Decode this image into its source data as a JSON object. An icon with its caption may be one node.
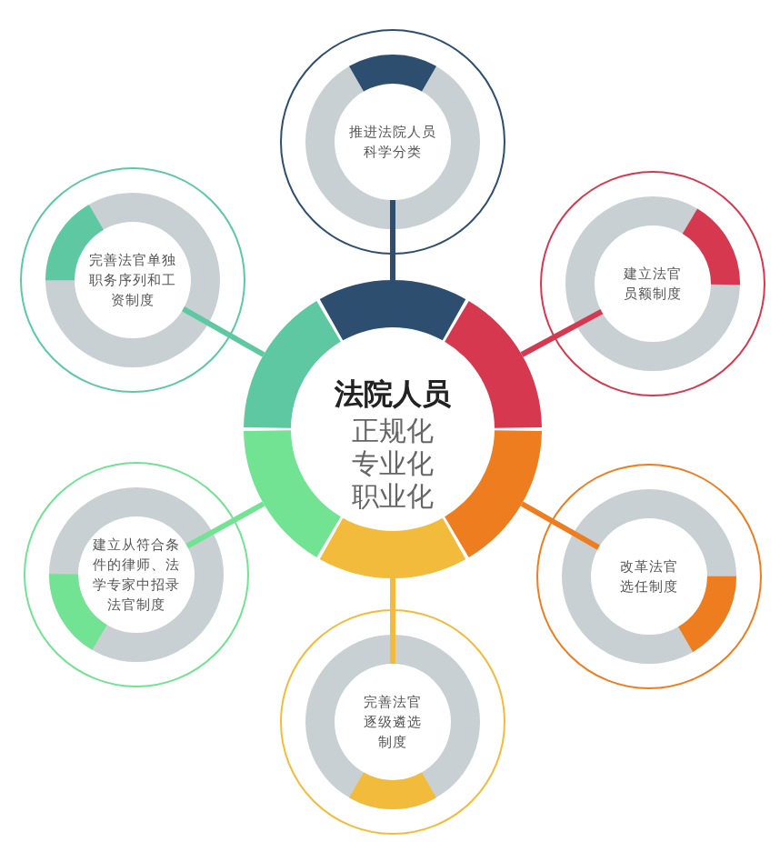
{
  "diagram": {
    "nodes": [
      {
        "text": [
          "法院人员",
          "正规化",
          "专业化",
          "职业化"
        ]
      },
      {
        "text": [],
        "shape": "arc",
        "in": 0
      },
      {
        "text": [],
        "shape": "arc",
        "in": 0
      },
      {
        "text": [],
        "shape": "arc",
        "in": 0
      },
      {
        "text": [],
        "shape": "arc",
        "in": 0
      },
      {
        "text": [],
        "shape": "arc",
        "in": 0
      },
      {
        "text": [],
        "shape": "arc",
        "in": 0
      },
      {
        "text": [
          "推进法院人员科学分类"
        ]
      },
      {
        "text": [
          "建立法官员额制度"
        ]
      },
      {
        "text": [
          "改革法官选任制度"
        ]
      },
      {
        "text": [
          "完善法官逐级遴选制度"
        ]
      },
      {
        "text": [
          "建立从符合条件的律师、法学专家中招录法官制度"
        ]
      },
      {
        "text": [
          "完善法官单独职务序列和工资制度"
        ]
      }
    ],
    "edges": [
      {
        "from": 1,
        "to": 7,
        "arrow": "none",
        "color": "#2e4e6f"
      },
      {
        "from": 2,
        "to": 8,
        "arrow": "none",
        "color": "#d6394f"
      },
      {
        "from": 3,
        "to": 9,
        "arrow": "none",
        "color": "#ee7d1f"
      },
      {
        "from": 4,
        "to": 10,
        "arrow": "none",
        "color": "#f3bb3c"
      },
      {
        "from": 5,
        "to": 11,
        "arrow": "none",
        "color": "#72e293"
      },
      {
        "from": 6,
        "to": 12,
        "arrow": "none",
        "color": "#5ec8a2"
      }
    ]
  }
}
